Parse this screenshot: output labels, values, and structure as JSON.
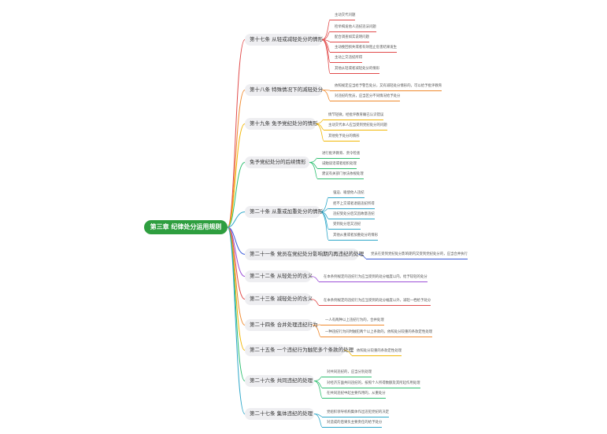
{
  "root": {
    "label": "第三章 纪律处分运用规则"
  },
  "branches": [
    {
      "id": "b1",
      "label": "第十七条 从轻或减轻处分的情形",
      "color": "#e14b4b",
      "leaves": [
        "主动交代问题",
        "检举揭发他人违纪违法问题",
        "配合调查如实说明问题",
        "主动挽回损失或者有效阻止危害结果发生",
        "主动上交违纪所得",
        "其他从轻或者减轻处分的情形"
      ]
    },
    {
      "id": "b2",
      "label": "第十八条 特殊情况下的减轻处分",
      "color": "#f08a2e",
      "leaves": [
        "依照规定应当给予警告处分，又有减轻处分情形的，可以给予批评教育",
        "对违纪的党员，应当区分不同情况给予处分"
      ]
    },
    {
      "id": "b3",
      "label": "第十九条 免予党纪处分的情形",
      "color": "#f2b705",
      "leaves": [
        "情节轻微，经批评教育确已认识错误",
        "主动交代本人应当受到党纪处分的问题",
        "其他免予处分的情形"
      ]
    },
    {
      "id": "b4",
      "label": "免予党纪处分的后续情形",
      "color": "#2fbf71",
      "leaves": [
        "进行批评教育、责令检查",
        "诫勉谈话或者组织处理",
        "建议有关部门依法依规处理"
      ]
    },
    {
      "id": "b5",
      "label": "第二十条 从重或加重处分的情形",
      "color": "#2ea7c9",
      "leaves": [
        "强迫、唆使他人违纪",
        "拒不上交或者退赔违纪所得",
        "违纪受处分后又因故意违纪",
        "受到处分后又违纪",
        "其他从重或者加重处分的情形"
      ]
    },
    {
      "id": "b6",
      "label": "第二十一条 党员在党纪处分影响期内再违纪的处理",
      "color": "#3b5bdb",
      "leaves": [
        "党员在受到党纪处分影响期内又受到党纪处分的，应当合并执行"
      ]
    },
    {
      "id": "b7",
      "label": "第二十二条 从轻处分的含义",
      "color": "#9c4fd6",
      "leaves": [
        "在本条例规定的违纪行为应当受到的处分幅度以内，给予较轻的处分"
      ]
    },
    {
      "id": "b8",
      "label": "第二十三条 减轻处分的含义",
      "color": "#e14b4b",
      "leaves": [
        "在本条例规定的违纪行为应当受到的处分幅度以外，减轻一档给予处分"
      ]
    },
    {
      "id": "b9",
      "label": "第二十四条 合并处理违纪行为",
      "color": "#f08a2e",
      "leaves": [
        "一人有两种以上违纪行为的，合并处理",
        "一种违纪行为同时触犯两个以上条款的，依照处分较重的条款定性处理"
      ]
    },
    {
      "id": "b10",
      "label": "第二十五条 一个违纪行为触犯多个条款的处理",
      "color": "#f2b705",
      "leaves": [
        "依照处分较重的条款定性处理"
      ]
    },
    {
      "id": "b11",
      "label": "第二十六条 共同违纪的处理",
      "color": "#2fbf71",
      "leaves": [
        "对共同违纪的，应当分别处理",
        "对经济方面共同违纪的，按照个人所得数额及其所起作用处理",
        "在共同违纪中起主要作用的，从重处分"
      ]
    },
    {
      "id": "b12",
      "label": "第二十七条 集体违纪的处理",
      "color": "#2ea7c9",
      "leaves": [
        "党组织领导机构集体作出违犯党纪的决定",
        "对造成的后果负主要责任的给予处分"
      ]
    }
  ]
}
